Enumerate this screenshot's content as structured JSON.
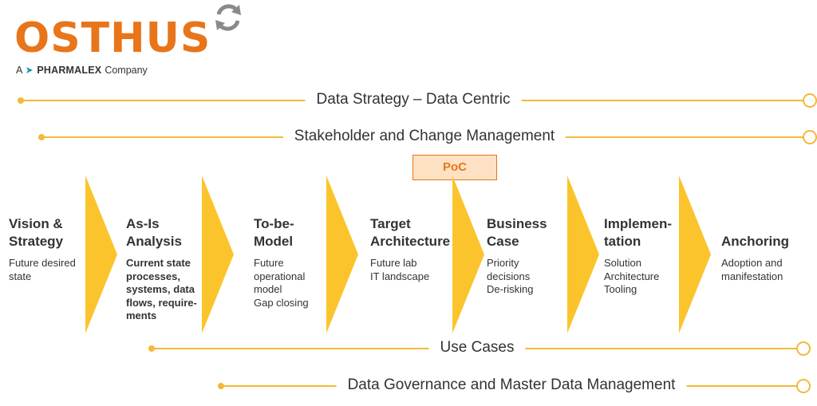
{
  "colors": {
    "brand_orange": "#e8751a",
    "brand_grey": "#8a8a8a",
    "accent_yellow": "#fcc42c",
    "line_yellow": "#f4b93a",
    "text": "#333333",
    "poc_fill": "#fce2c2"
  },
  "logo": {
    "wordmark": "OSTHUS",
    "tagline_prefix": "A",
    "tagline_brand": "PHARMALEX",
    "tagline_suffix": "Company",
    "icons": [
      "refresh-arrows-icon",
      "triangle-arrow-icon"
    ]
  },
  "bars": [
    {
      "label": "Data Strategy – Data Centric"
    },
    {
      "label": "Stakeholder and Change Management"
    },
    {
      "label": "Use Cases"
    },
    {
      "label": "Data Governance and Master Data Management"
    }
  ],
  "poc": {
    "label": "PoC"
  },
  "steps": [
    {
      "title": [
        "Vision &",
        "Strategy"
      ],
      "desc": [
        "Future desired",
        "state"
      ],
      "desc_bold": false
    },
    {
      "title": [
        "As-Is",
        "Analysis"
      ],
      "desc": [
        "Current state",
        "processes,",
        "systems, data",
        "flows, require-",
        "ments"
      ],
      "desc_bold": true
    },
    {
      "title": [
        "To-be-",
        "Model"
      ],
      "desc": [
        "Future",
        "operational",
        "model",
        "Gap closing"
      ],
      "desc_bold": false
    },
    {
      "title": [
        "Target",
        "Architecture"
      ],
      "desc": [
        "Future lab",
        "IT landscape"
      ],
      "desc_bold": false
    },
    {
      "title": [
        "Business",
        "Case"
      ],
      "desc": [
        "Priority",
        "decisions",
        "De-risking"
      ],
      "desc_bold": false
    },
    {
      "title": [
        "Implemen-",
        "tation"
      ],
      "desc": [
        "Solution",
        "Architecture",
        "Tooling"
      ],
      "desc_bold": false
    },
    {
      "title": [
        "Anchoring"
      ],
      "desc": [
        "Adoption and",
        "manifestation"
      ],
      "desc_bold": false
    }
  ]
}
